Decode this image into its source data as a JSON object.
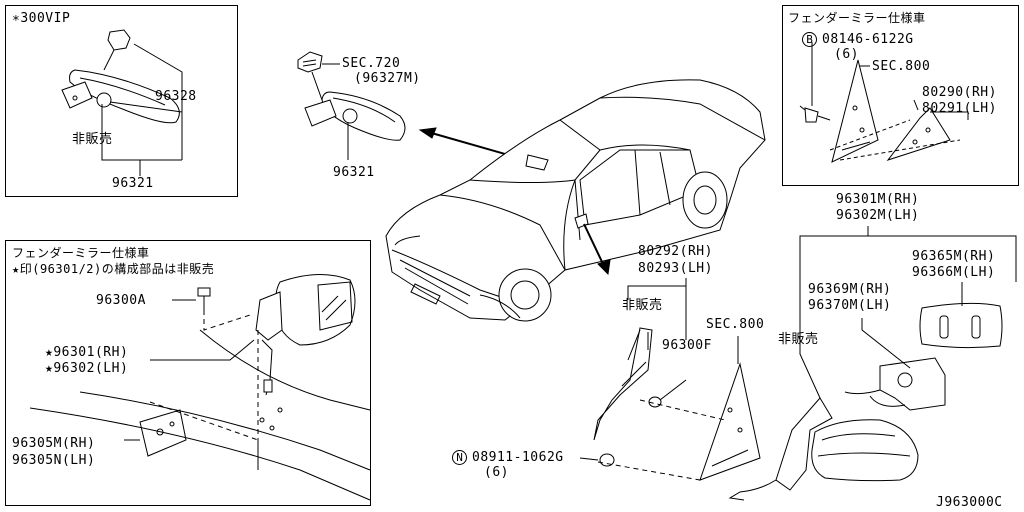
{
  "top_left_box": {
    "header": "∗300VIP",
    "part_96328": "96328",
    "not_for_sale": "非販売",
    "part_96321": "96321"
  },
  "center_mirror": {
    "sec_720": "SEC.720",
    "sec_720_sub": "(96327M)",
    "part_96321": "96321"
  },
  "top_right_box": {
    "header": "フェンダーミラー仕様車",
    "bolt_marker": "B",
    "bolt_part": "08146-6122G",
    "bolt_qty": "(6)",
    "sec_800": "SEC.800",
    "part_80290": "80290(RH)",
    "part_80291": "80291(LH)"
  },
  "bottom_left_box": {
    "header": "フェンダーミラー仕様車",
    "note": "★印(96301/2)の構成部品は非販売",
    "part_96300A": "96300A",
    "part_96301": "★96301(RH)",
    "part_96302": "★96302(LH)",
    "part_96305M": "96305M(RH)",
    "part_96305N": "96305N(LH)"
  },
  "door_mirror": {
    "part_96301M": "96301M(RH)",
    "part_96302M": "96302M(LH)",
    "part_96365M": "96365M(RH)",
    "part_96366M": "96366M(LH)",
    "part_96369M": "96369M(RH)",
    "part_96370M": "96370M(LH)",
    "not_for_sale_right": "非販売",
    "part_80292": "80292(RH)",
    "part_80293": "80293(LH)",
    "not_for_sale_center": "非販売",
    "part_96300F": "96300F",
    "sec_800": "SEC.800",
    "nut_marker": "N",
    "nut_part": "08911-1062G",
    "nut_qty": "(6)"
  },
  "diagram_code": "J963000C"
}
